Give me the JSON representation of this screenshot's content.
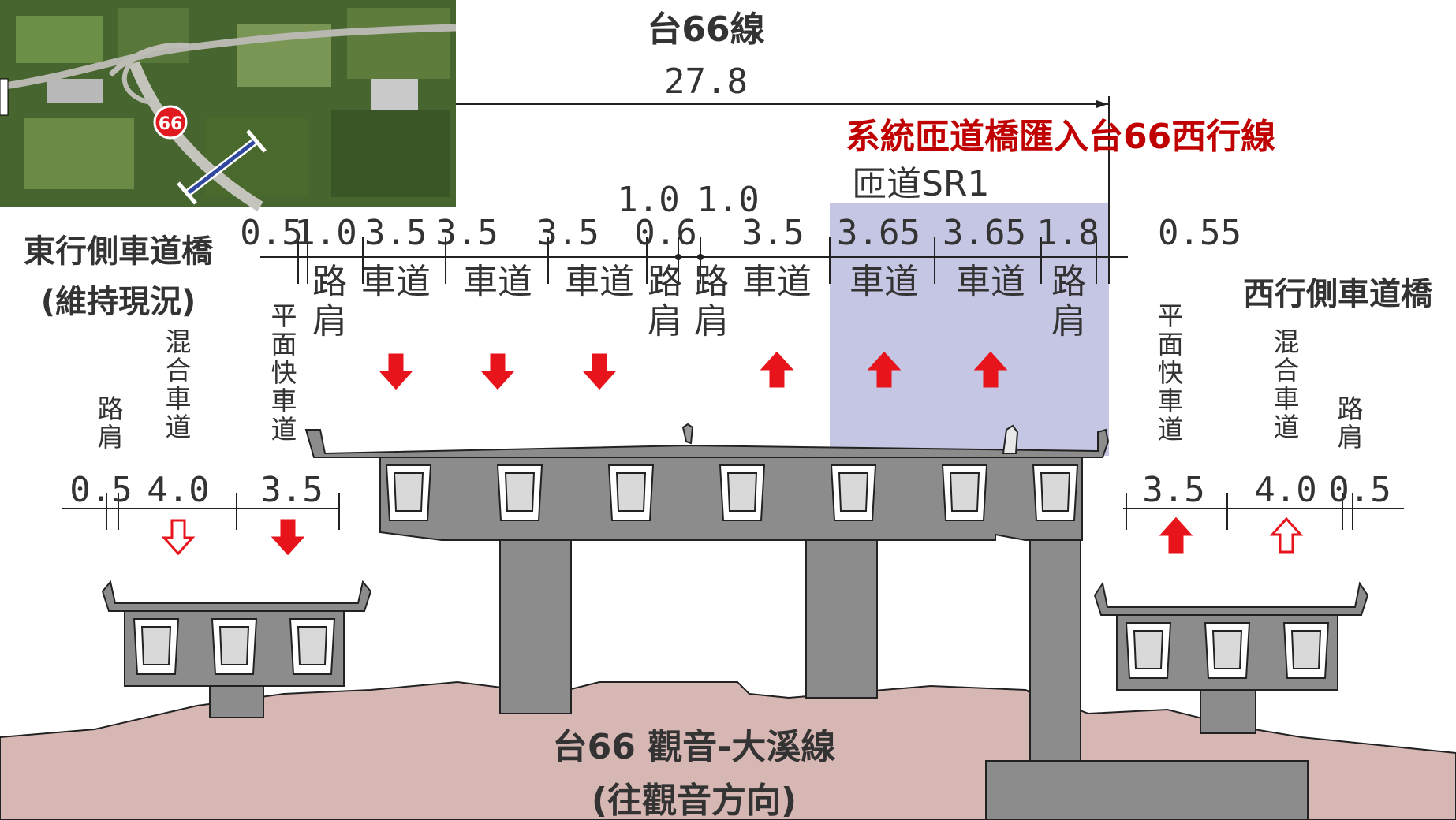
{
  "title": "台66線",
  "total_width": "27.8",
  "merge_label": "系統匝道橋匯入台66西行線",
  "ramp_label": "匝道SR1",
  "east_bridge": {
    "line1": "東行側車道橋",
    "line2": "(維持現況)"
  },
  "west_bridge": "西行側車道橋",
  "bottom_label": {
    "line1": "台66 觀音-大溪線",
    "line2": "(往觀音方向)"
  },
  "route_shield": "66",
  "main_dims": [
    "0.5",
    "1.0",
    "3.5",
    "3.5",
    "3.5",
    "0.6",
    "3.5",
    "3.65",
    "3.65",
    "1.8",
    "0.55"
  ],
  "upper_dims": [
    "1.0",
    "1.0"
  ],
  "main_lanes": [
    "路肩",
    "車道",
    "車道",
    "車道",
    "路肩",
    "路肩",
    "車道",
    "車道",
    "車道",
    "路肩"
  ],
  "left_dims": [
    "0.5",
    "4.0",
    "3.5"
  ],
  "left_lanes": [
    "路肩",
    "混合車道",
    "平面快車道"
  ],
  "right_dims": [
    "3.5",
    "4.0",
    "0.5"
  ],
  "right_lanes": [
    "平面快車道",
    "混合車道",
    "路肩"
  ],
  "colors": {
    "red": "#e8141b",
    "highlight": "#b7b8dc",
    "ground": "#d6b7b3",
    "concrete": "#8c8c8c",
    "text_red": "#c00000"
  }
}
